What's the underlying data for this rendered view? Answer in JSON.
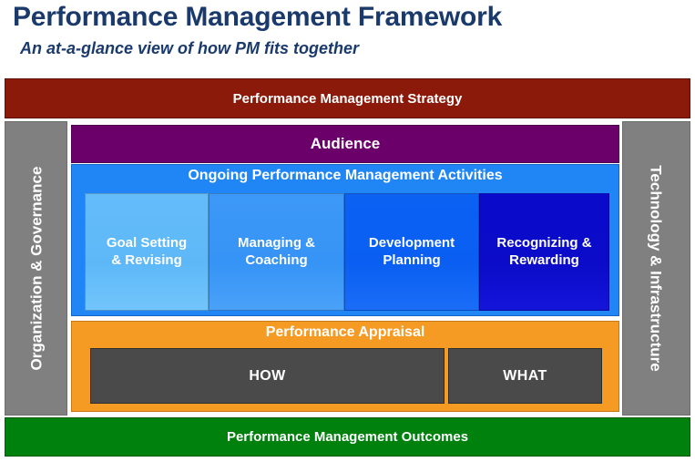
{
  "header": {
    "title": "Performance Management Framework",
    "subtitle": "An at-a-glance view of how PM fits together",
    "title_color": "#1A3A6B"
  },
  "framework": {
    "strategy_band": {
      "label": "Performance Management Strategy",
      "color": "#8B1A0A"
    },
    "outcomes_band": {
      "label": "Performance Management Outcomes",
      "color": "#00800D"
    },
    "left_pillar": {
      "label": "Organization & Governance",
      "color": "#808080"
    },
    "right_pillar": {
      "label": "Technology & Infrastructure",
      "color": "#808080"
    },
    "audience_band": {
      "label": "Audience",
      "color": "#6B006B"
    },
    "activities": {
      "title": "Ongoing Performance Management Activities",
      "color": "#2186F5",
      "boxes": [
        {
          "label": "Goal Setting\n& Revising",
          "color": "#64BDF9"
        },
        {
          "label": "Managing &\nCoaching",
          "color": "#3D98F7"
        },
        {
          "label": "Development\nPlanning",
          "color": "#0A61F2"
        },
        {
          "label": "Recognizing &\nRewarding",
          "color": "#0A0ACB"
        }
      ]
    },
    "appraisal": {
      "title": "Performance Appraisal",
      "color": "#F59A23",
      "boxes": [
        {
          "label": "HOW",
          "color": "#4A4A4A"
        },
        {
          "label": "WHAT",
          "color": "#4A4A4A"
        }
      ]
    }
  }
}
